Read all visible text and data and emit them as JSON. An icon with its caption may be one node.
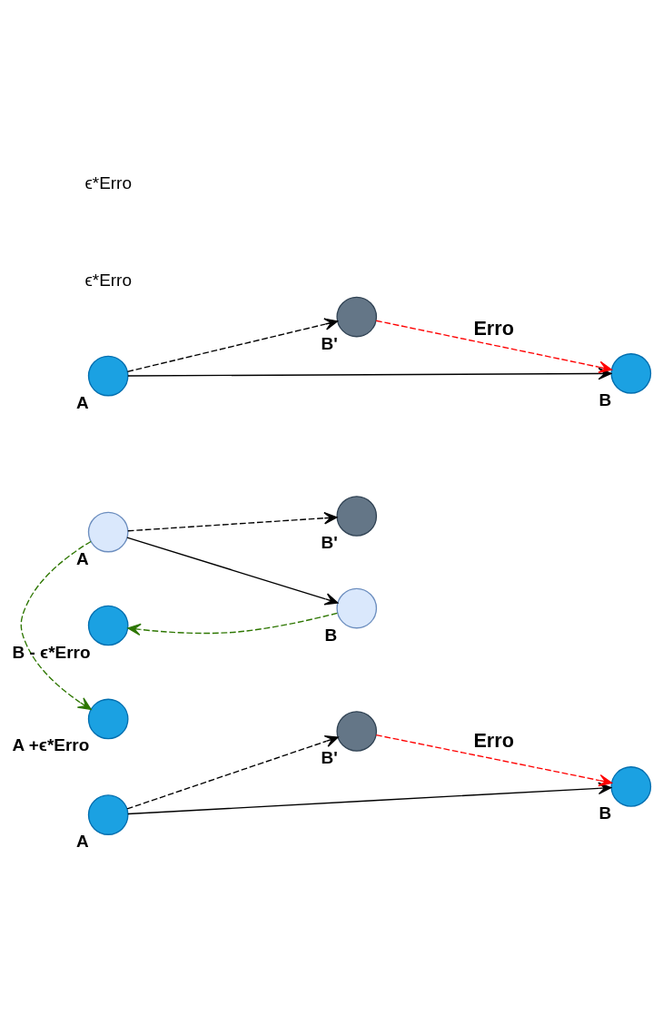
{
  "diagram": {
    "nodes": [
      {
        "text": [],
        "shape": "circle",
        "beside": [
          "A"
        ]
      },
      {
        "text": [],
        "shape": "circle",
        "beside": [
          "B'"
        ]
      },
      {
        "text": [],
        "shape": "circle",
        "beside": [
          "B"
        ]
      },
      {
        "text": [],
        "shape": "circle",
        "beside": [
          "A"
        ]
      },
      {
        "text": [],
        "shape": "circle",
        "beside": [
          "B'"
        ]
      },
      {
        "text": [],
        "shape": "circle",
        "beside": [
          "A +ϵ*Erro"
        ]
      },
      {
        "text": [],
        "shape": "circle",
        "beside": [
          "B - ϵ*Erro"
        ]
      },
      {
        "text": [],
        "shape": "circle",
        "beside": [
          "B"
        ]
      },
      {
        "text": [],
        "shape": "circle",
        "beside": [
          "A"
        ]
      },
      {
        "text": [],
        "shape": "circle",
        "beside": [
          "B'"
        ]
      },
      {
        "text": [],
        "shape": "circle",
        "beside": [
          "B"
        ]
      }
    ],
    "edges": [
      {
        "from": 0,
        "to": 1,
        "arrow": "to",
        "style": "dashed"
      },
      {
        "from": 0,
        "to": 2,
        "arrow": "to"
      },
      {
        "from": 1,
        "to": 2,
        "arrow": "to",
        "style": "dashed",
        "color": "#ff0000",
        "label": "Erro"
      },
      {
        "from": 3,
        "to": 4,
        "arrow": "to",
        "style": "dashed"
      },
      {
        "from": 3,
        "to": 7,
        "arrow": "to"
      },
      {
        "from": 3,
        "to": 5,
        "arrow": "to",
        "style": "dashed",
        "color": "#2d7600"
      },
      {
        "from": 7,
        "to": 6,
        "arrow": "to",
        "style": "dashed",
        "color": "#2d7600"
      },
      {
        "from": 8,
        "to": 9,
        "arrow": "to",
        "style": "dashed"
      },
      {
        "from": 8,
        "to": 10,
        "arrow": "to"
      },
      {
        "from": 9,
        "to": 10,
        "arrow": "to",
        "style": "dashed",
        "color": "#ff0000",
        "label": "Erro"
      }
    ],
    "labels": [
      "ϵ*Erro",
      "ϵ*Erro"
    ]
  }
}
